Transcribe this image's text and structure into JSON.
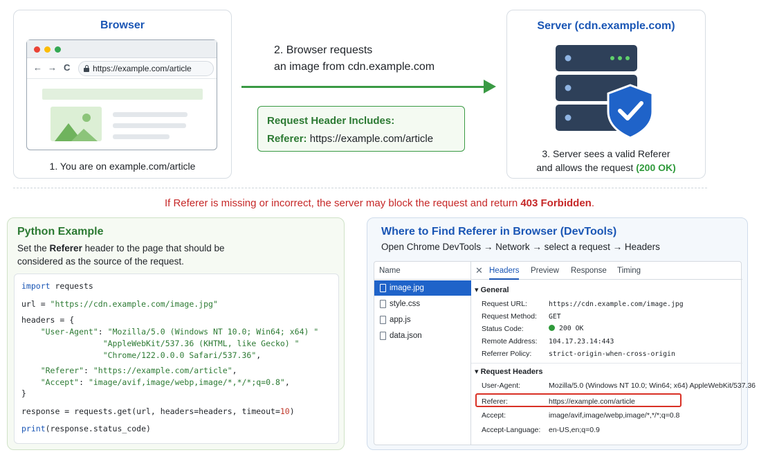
{
  "colors": {
    "title_blue": "#1a56b5",
    "green": "#3a9a44",
    "warning_red": "#c62828",
    "ok_green": "#2f9a3b",
    "server_dark": "#2e4059",
    "shield_blue": "#1f63c9"
  },
  "browser": {
    "title": "Browser",
    "url": "https://example.com/article",
    "nav_back": "←",
    "nav_forward": "→",
    "nav_reload": "C",
    "caption": "1. You are on example.com/article"
  },
  "request": {
    "step_line1": "2. Browser requests",
    "step_line2": "an image from cdn.example.com",
    "header_title": "Request Header Includes:",
    "header_key": "Referer:",
    "header_value": "https://example.com/article"
  },
  "server": {
    "title": "Server (cdn.example.com)",
    "caption_line1": "3. Server sees a valid Referer",
    "caption_line2_prefix": "and allows the request ",
    "caption_status": "(200 OK)"
  },
  "warning": {
    "prefix": "If Referer is missing or incorrect, the server may block the request and return ",
    "status": "403 Forbidden",
    "suffix": "."
  },
  "python": {
    "title": "Python Example",
    "desc_part1": "Set the ",
    "desc_strong": "Referer",
    "desc_part2": " header to the page that should be considered as the source of the request.",
    "code": {
      "l1_kw": "import",
      "l1_rest": " requests",
      "l2_pre": "url = ",
      "l2_str": "\"https://cdn.example.com/image.jpg\"",
      "l3": "headers = {",
      "l4_key": "    \"User-Agent\"",
      "l4_colon": ": ",
      "l4_val": "\"Mozilla/5.0 (Windows NT 10.0; Win64; x64) \"",
      "l5_val": "                 \"AppleWebKit/537.36 (KHTML, like Gecko) \"",
      "l6_val": "                 \"Chrome/122.0.0.0 Safari/537.36\"",
      "l6_end": ",",
      "l7_key": "    \"Referer\"",
      "l7_colon": ": ",
      "l7_val": "\"https://example.com/article\"",
      "l7_end": ",",
      "l8_key": "    \"Accept\"",
      "l8_colon": ": ",
      "l8_val": "\"image/avif,image/webp,image/*,*/*;q=0.8\"",
      "l8_end": ",",
      "l9": "}",
      "l10_pre": "response = requests.get(url, headers=headers, timeout=",
      "l10_num": "10",
      "l10_end": ")",
      "l11_kw": "print",
      "l11_rest": "(response.status_code)"
    }
  },
  "devtools": {
    "title": "Where to Find Referer in Browser (DevTools)",
    "subtitle": "Open Chrome DevTools → Network → select a request → Headers",
    "name_header": "Name",
    "files": [
      "image.jpg",
      "style.css",
      "app.js",
      "data.json"
    ],
    "close": "✕",
    "tabs": [
      "Headers",
      "Preview",
      "Response",
      "Timing"
    ],
    "general_title": "▾ General",
    "general": [
      {
        "key": "Request URL:",
        "value": "https://cdn.example.com/image.jpg"
      },
      {
        "key": "Request Method:",
        "value": "GET"
      },
      {
        "key": "Status Code:",
        "value": "200 OK"
      },
      {
        "key": "Remote Address:",
        "value": "104.17.23.14:443"
      },
      {
        "key": "Referrer Policy:",
        "value": "strict-origin-when-cross-origin"
      }
    ],
    "request_headers_title": "▾ Request Headers",
    "request_headers": [
      {
        "key": "User-Agent:",
        "value": "Mozilla/5.0 (Windows NT 10.0; Win64; x64) AppleWebKit/537.36"
      },
      {
        "key": "Referer:",
        "value": "https://example.com/article"
      },
      {
        "key": "Accept:",
        "value": "image/avif,image/webp,image/*,*/*;q=0.8"
      },
      {
        "key": "Accept-Language:",
        "value": "en-US,en;q=0.9"
      }
    ]
  }
}
